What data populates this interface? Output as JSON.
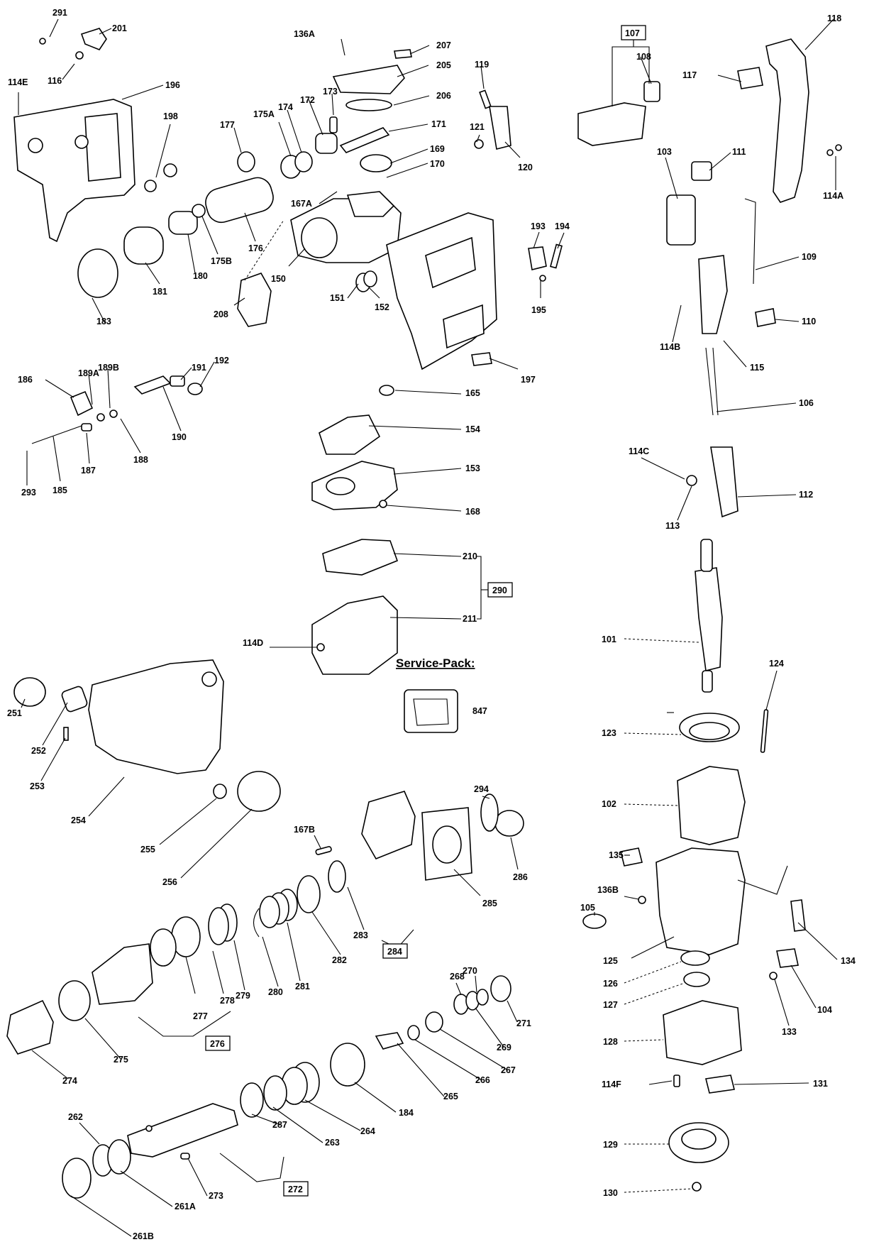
{
  "service_pack": {
    "title": "Service-Pack:",
    "code": "847"
  },
  "callouts": [
    {
      "id": "291",
      "label": "291"
    },
    {
      "id": "201",
      "label": "201"
    },
    {
      "id": "116",
      "label": "116"
    },
    {
      "id": "114E",
      "label": "114E"
    },
    {
      "id": "196",
      "label": "196"
    },
    {
      "id": "198",
      "label": "198"
    },
    {
      "id": "183",
      "label": "183"
    },
    {
      "id": "181",
      "label": "181"
    },
    {
      "id": "180",
      "label": "180"
    },
    {
      "id": "175B",
      "label": "175B"
    },
    {
      "id": "176",
      "label": "176"
    },
    {
      "id": "177",
      "label": "177"
    },
    {
      "id": "175A",
      "label": "175A"
    },
    {
      "id": "174",
      "label": "174"
    },
    {
      "id": "172",
      "label": "172"
    },
    {
      "id": "173",
      "label": "173"
    },
    {
      "id": "136A",
      "label": "136A"
    },
    {
      "id": "207",
      "label": "207"
    },
    {
      "id": "205",
      "label": "205"
    },
    {
      "id": "206",
      "label": "206"
    },
    {
      "id": "171",
      "label": "171"
    },
    {
      "id": "169",
      "label": "169"
    },
    {
      "id": "170",
      "label": "170"
    },
    {
      "id": "167A",
      "label": "167A"
    },
    {
      "id": "150",
      "label": "150"
    },
    {
      "id": "208",
      "label": "208"
    },
    {
      "id": "151",
      "label": "151"
    },
    {
      "id": "152",
      "label": "152"
    },
    {
      "id": "119",
      "label": "119"
    },
    {
      "id": "121",
      "label": "121"
    },
    {
      "id": "120",
      "label": "120"
    },
    {
      "id": "193",
      "label": "193"
    },
    {
      "id": "194",
      "label": "194"
    },
    {
      "id": "195",
      "label": "195"
    },
    {
      "id": "197",
      "label": "197"
    },
    {
      "id": "165",
      "label": "165"
    },
    {
      "id": "154",
      "label": "154"
    },
    {
      "id": "153",
      "label": "153"
    },
    {
      "id": "168",
      "label": "168"
    },
    {
      "id": "210",
      "label": "210"
    },
    {
      "id": "211",
      "label": "211"
    },
    {
      "id": "290",
      "label": "290"
    },
    {
      "id": "114D",
      "label": "114D"
    },
    {
      "id": "186",
      "label": "186"
    },
    {
      "id": "189A",
      "label": "189A"
    },
    {
      "id": "189B",
      "label": "189B"
    },
    {
      "id": "191",
      "label": "191"
    },
    {
      "id": "192",
      "label": "192"
    },
    {
      "id": "190",
      "label": "190"
    },
    {
      "id": "188",
      "label": "188"
    },
    {
      "id": "187",
      "label": "187"
    },
    {
      "id": "185",
      "label": "185"
    },
    {
      "id": "293",
      "label": "293"
    },
    {
      "id": "107",
      "label": "107"
    },
    {
      "id": "108",
      "label": "108"
    },
    {
      "id": "118",
      "label": "118"
    },
    {
      "id": "117",
      "label": "117"
    },
    {
      "id": "111",
      "label": "111"
    },
    {
      "id": "103",
      "label": "103"
    },
    {
      "id": "114A",
      "label": "114A"
    },
    {
      "id": "109",
      "label": "109"
    },
    {
      "id": "110",
      "label": "110"
    },
    {
      "id": "114B",
      "label": "114B"
    },
    {
      "id": "115",
      "label": "115"
    },
    {
      "id": "106",
      "label": "106"
    },
    {
      "id": "114C",
      "label": "114C"
    },
    {
      "id": "112",
      "label": "112"
    },
    {
      "id": "113",
      "label": "113"
    },
    {
      "id": "101",
      "label": "101"
    },
    {
      "id": "124",
      "label": "124"
    },
    {
      "id": "123",
      "label": "123"
    },
    {
      "id": "102",
      "label": "102"
    },
    {
      "id": "135",
      "label": "135"
    },
    {
      "id": "136B",
      "label": "136B"
    },
    {
      "id": "105",
      "label": "105"
    },
    {
      "id": "125",
      "label": "125"
    },
    {
      "id": "134",
      "label": "134"
    },
    {
      "id": "126",
      "label": "126"
    },
    {
      "id": "127",
      "label": "127"
    },
    {
      "id": "104",
      "label": "104"
    },
    {
      "id": "133",
      "label": "133"
    },
    {
      "id": "128",
      "label": "128"
    },
    {
      "id": "114F",
      "label": "114F"
    },
    {
      "id": "131",
      "label": "131"
    },
    {
      "id": "129",
      "label": "129"
    },
    {
      "id": "130",
      "label": "130"
    },
    {
      "id": "251",
      "label": "251"
    },
    {
      "id": "252",
      "label": "252"
    },
    {
      "id": "253",
      "label": "253"
    },
    {
      "id": "254",
      "label": "254"
    },
    {
      "id": "255",
      "label": "255"
    },
    {
      "id": "256",
      "label": "256"
    },
    {
      "id": "167B",
      "label": "167B"
    },
    {
      "id": "294",
      "label": "294"
    },
    {
      "id": "286",
      "label": "286"
    },
    {
      "id": "285",
      "label": "285"
    },
    {
      "id": "283",
      "label": "283"
    },
    {
      "id": "284",
      "label": "284"
    },
    {
      "id": "282",
      "label": "282"
    },
    {
      "id": "281",
      "label": "281"
    },
    {
      "id": "280",
      "label": "280"
    },
    {
      "id": "279",
      "label": "279"
    },
    {
      "id": "278",
      "label": "278"
    },
    {
      "id": "277",
      "label": "277"
    },
    {
      "id": "276",
      "label": "276"
    },
    {
      "id": "275",
      "label": "275"
    },
    {
      "id": "274",
      "label": "274"
    },
    {
      "id": "268",
      "label": "268"
    },
    {
      "id": "270",
      "label": "270"
    },
    {
      "id": "269",
      "label": "269"
    },
    {
      "id": "271",
      "label": "271"
    },
    {
      "id": "267",
      "label": "267"
    },
    {
      "id": "266",
      "label": "266"
    },
    {
      "id": "265",
      "label": "265"
    },
    {
      "id": "184",
      "label": "184"
    },
    {
      "id": "264",
      "label": "264"
    },
    {
      "id": "263",
      "label": "263"
    },
    {
      "id": "287",
      "label": "287"
    },
    {
      "id": "262",
      "label": "262"
    },
    {
      "id": "261A",
      "label": "261A"
    },
    {
      "id": "261B",
      "label": "261B"
    },
    {
      "id": "273",
      "label": "273"
    },
    {
      "id": "272",
      "label": "272"
    }
  ]
}
